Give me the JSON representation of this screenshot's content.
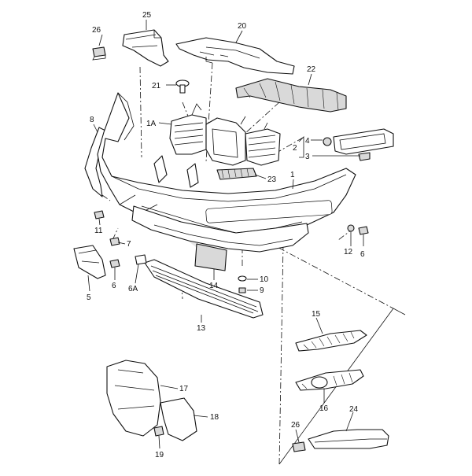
{
  "diagram": {
    "callouts": [
      {
        "id": "c25",
        "label": "25"
      },
      {
        "id": "c26a",
        "label": "26"
      },
      {
        "id": "c20",
        "label": "20"
      },
      {
        "id": "c22",
        "label": "22"
      },
      {
        "id": "c21",
        "label": "21"
      },
      {
        "id": "c1A",
        "label": "1A"
      },
      {
        "id": "c8",
        "label": "8"
      },
      {
        "id": "c4",
        "label": "4"
      },
      {
        "id": "c2",
        "label": "2"
      },
      {
        "id": "c3",
        "label": "3"
      },
      {
        "id": "c1",
        "label": "1"
      },
      {
        "id": "c23",
        "label": "23"
      },
      {
        "id": "c11",
        "label": "11"
      },
      {
        "id": "c7",
        "label": "7"
      },
      {
        "id": "c6a",
        "label": "6"
      },
      {
        "id": "c6A",
        "label": "6A"
      },
      {
        "id": "c5",
        "label": "5"
      },
      {
        "id": "c14",
        "label": "14"
      },
      {
        "id": "c10",
        "label": "10"
      },
      {
        "id": "c9",
        "label": "9"
      },
      {
        "id": "c13",
        "label": "13"
      },
      {
        "id": "c12",
        "label": "12"
      },
      {
        "id": "c6b",
        "label": "6"
      },
      {
        "id": "c15",
        "label": "15"
      },
      {
        "id": "c16",
        "label": "16"
      },
      {
        "id": "c17",
        "label": "17"
      },
      {
        "id": "c18",
        "label": "18"
      },
      {
        "id": "c19",
        "label": "19"
      },
      {
        "id": "c26b",
        "label": "26"
      },
      {
        "id": "c24",
        "label": "24"
      }
    ]
  }
}
